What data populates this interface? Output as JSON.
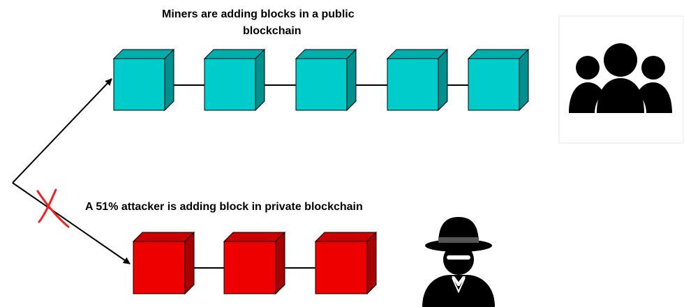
{
  "public_chain": {
    "title_line1": "Miners are adding blocks in a public",
    "title_line2": "blockchain",
    "block_color": "#00CCCC",
    "block_count": 5
  },
  "private_chain": {
    "title": "A 51% attacker is adding block in private blockchain",
    "block_color": "#EE0000",
    "block_count": 3
  },
  "marks": {
    "fork_blocked_icon": "red-x-mark",
    "x_color": "#EE2222"
  },
  "icons": {
    "public_group": "user-group-icon",
    "attacker": "spy-attacker-icon"
  }
}
